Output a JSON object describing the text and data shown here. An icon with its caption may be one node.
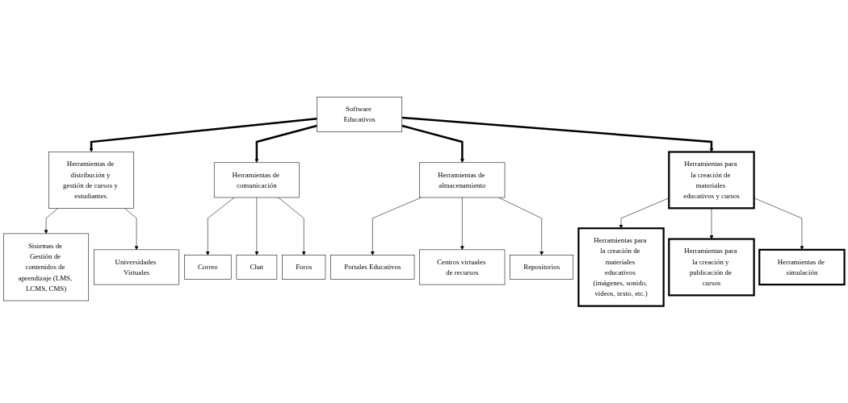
{
  "diagram": {
    "nodes": [
      {
        "text": [
          "Software Educativos"
        ]
      },
      {
        "text": [
          "Herramientas de distribución y gestión de cursos y estudiantes."
        ]
      },
      {
        "text": [
          "Sistemas de Gestión de contenidos de aprendizaje (LMS, LCMS, CMS)"
        ]
      },
      {
        "text": [
          "Universidades Virtuales"
        ]
      },
      {
        "text": [
          "Herramientas de comunicación"
        ]
      },
      {
        "text": [
          "Correo"
        ]
      },
      {
        "text": [
          "Chat"
        ]
      },
      {
        "text": [
          "Foros"
        ]
      },
      {
        "text": [
          "Herramientas de almacenamiento"
        ]
      },
      {
        "text": [
          "Portales Educativos"
        ]
      },
      {
        "text": [
          "Centros virtuales de recursos"
        ]
      },
      {
        "text": [
          "Repositorios"
        ]
      },
      {
        "text": [
          "Herramientas para la creación de materiales educativos y cursos"
        ]
      },
      {
        "text": [
          "Herramientas para la creación de materiales educativos (imágenes, sonido, videos, texto, etc.)"
        ]
      },
      {
        "text": [
          "Herramientas para la creación y publicación de cursos"
        ]
      },
      {
        "text": [
          "Herramientas de simulación"
        ]
      }
    ],
    "edges": [
      {
        "from": 0,
        "to": 1,
        "arrow": "to",
        "style": "thick"
      },
      {
        "from": 0,
        "to": 4,
        "arrow": "to",
        "style": "thick"
      },
      {
        "from": 0,
        "to": 8,
        "arrow": "to",
        "style": "thick"
      },
      {
        "from": 0,
        "to": 12,
        "arrow": "to",
        "style": "thick"
      },
      {
        "from": 1,
        "to": 2,
        "arrow": "to"
      },
      {
        "from": 1,
        "to": 3,
        "arrow": "to"
      },
      {
        "from": 4,
        "to": 5,
        "arrow": "to"
      },
      {
        "from": 4,
        "to": 6,
        "arrow": "to"
      },
      {
        "from": 4,
        "to": 7,
        "arrow": "to"
      },
      {
        "from": 8,
        "to": 9,
        "arrow": "to"
      },
      {
        "from": 8,
        "to": 10,
        "arrow": "to"
      },
      {
        "from": 8,
        "to": 11,
        "arrow": "to"
      },
      {
        "from": 12,
        "to": 13,
        "arrow": "to"
      },
      {
        "from": 12,
        "to": 14,
        "arrow": "to"
      },
      {
        "from": 12,
        "to": 15,
        "arrow": "to"
      }
    ]
  }
}
